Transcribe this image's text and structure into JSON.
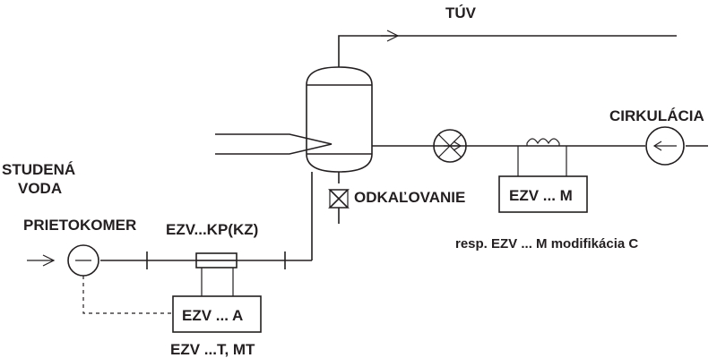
{
  "labels": {
    "tuv": "TÚV",
    "cirkulacia": "CIRKULÁCIA",
    "studena_voda_line1": "STUDENÁ",
    "studena_voda_line2": "VODA",
    "prietokomer": "PRIETOKOMER",
    "odkalovanie": "ODKAĽOVANIE",
    "ezv_kp_kz": "EZV...KP(KZ)",
    "ezv_m_box": "EZV ... M",
    "ezv_a_box": "EZV ... A",
    "ezv_m_modification_note": "resp. EZV ... M modifikácia C",
    "ezv_t_mt": "EZV ...T, MT"
  }
}
